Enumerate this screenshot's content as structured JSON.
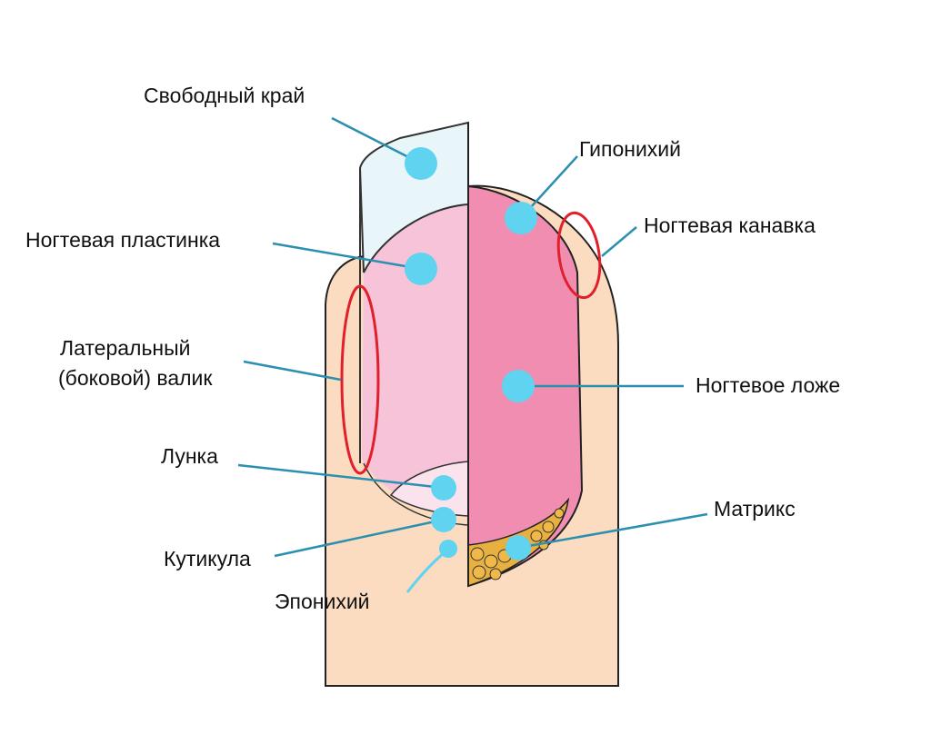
{
  "title": "Строение ногтя",
  "colors": {
    "skin": "#fbdcc0",
    "free_edge": "#e8f5f9",
    "nail_plate": "#f6c3d8",
    "nail_bed": "#f28db2",
    "matrix": "#e8b040",
    "marker": "#5fd3ef",
    "leader": "#2b8fb0",
    "highlight": "#e0202a"
  },
  "labels": {
    "free_edge": "Свободный край",
    "hyponychium": "Гипонихий",
    "nail_groove": "Ногтевая канавка",
    "nail_plate": "Ногтевая пластинка",
    "lateral_fold_1": "Латеральный",
    "lateral_fold_2": "(боковой) валик",
    "nail_bed": "Ногтевое ложе",
    "lunula": "Лунка",
    "matrix": "Матрикс",
    "cuticle": "Кутикула",
    "eponychium": "Эпонихий"
  }
}
